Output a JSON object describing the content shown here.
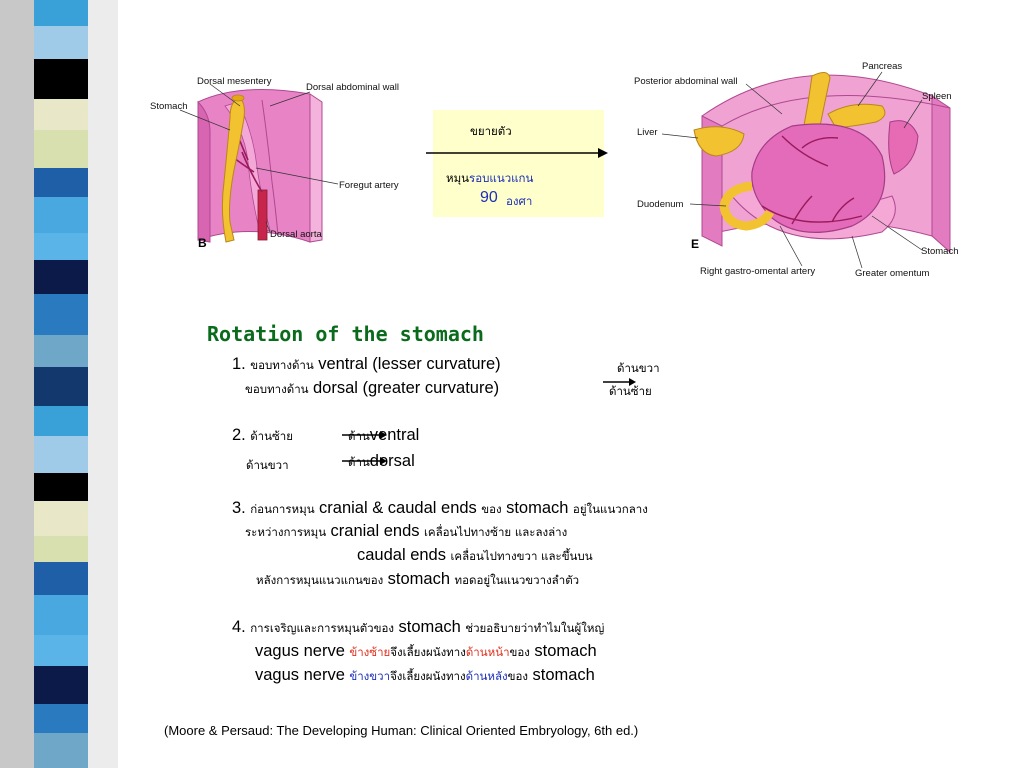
{
  "figure_b": {
    "letter": "B",
    "labels": {
      "dorsal_mesentery": "Dorsal mesentery",
      "dorsal_abdominal_wall": "Dorsal abdominal wall",
      "stomach": "Stomach",
      "foregut_artery": "Foregut artery",
      "dorsal_aorta": "Dorsal aorta"
    }
  },
  "figure_e": {
    "letter": "E",
    "labels": {
      "posterior_abdominal_wall": "Posterior abdominal wall",
      "pancreas": "Pancreas",
      "spleen": "Spleen",
      "liver": "Liver",
      "duodenum": "Duodenum",
      "stomach": "Stomach",
      "right_gastro_omental_artery": "Right gastro-omental artery",
      "greater_omentum": "Greater omentum"
    }
  },
  "callout": {
    "line1": "ขยายตัว",
    "line2_a": "หมุน",
    "line2_b": "รอบแนวแกน",
    "number": "90",
    "unit": "องศา"
  },
  "title": "Rotation of the stomach",
  "points": {
    "p1": {
      "num": "1.",
      "a_th": "ขอบทางด้าน",
      "a_en": "ventral (lesser curvature)",
      "a_right": "ด้านขวา",
      "b_th": "ขอบทางด้าน",
      "b_en": "dorsal (greater curvature)",
      "b_right": "ด้านซ้าย"
    },
    "p2": {
      "num": "2.",
      "a_left": "ด้านซ้าย",
      "a_th": "ด้าน",
      "a_en": "ventral",
      "b_left": "ด้านขวา",
      "b_th": "ด้าน",
      "b_en": "dorsal"
    },
    "p3": {
      "num": "3.",
      "a1": "ก่อนการหมุน",
      "a2": "cranial & caudal ends",
      "a3": "ของ",
      "a4": "stomach",
      "a5": "อยู่ในแนวกลาง",
      "b1": "ระหว่างการหมุน",
      "b2": "cranial ends",
      "b3": "เคลื่อนไปทางซ้าย และลงล่าง",
      "c1": "caudal ends",
      "c2": "เคลื่อนไปทางขวา และขึ้นบน",
      "d1": "หลังการหมุนแนวแกนของ",
      "d2": "stomach",
      "d3": "ทอดอยู่ในแนวขวางลำตัว"
    },
    "p4": {
      "num": "4.",
      "a1": "การเจริญและการหมุนตัวของ",
      "a2": "stomach",
      "a3": "ช่วยอธิบายว่าทำไมในผู้ใหญ่",
      "b1": "vagus nerve",
      "b2": "ข้างซ้าย",
      "b3": "จึงเลี้ยงผนังทาง",
      "b4": "ด้านหน้า",
      "b5": "ของ",
      "b6": "stomach",
      "c1": "vagus nerve",
      "c2": "ข้างขวา",
      "c3": "จึงเลี้ยงผนังทาง",
      "c4": "ด้านหลัง",
      "c5": "ของ",
      "c6": "stomach"
    }
  },
  "citation": "(Moore & Persaud: The Developing Human: Clinical Oriented Embryology, 6th ed.)",
  "colors": {
    "title": "#0a6b1c",
    "emphasis_red": "#e0301e",
    "emphasis_blue": "#1c2fb8",
    "callout_bg": "#ffffcc",
    "tissue_pink": "#e878c0",
    "stomach_yellow": "#f2c230"
  }
}
